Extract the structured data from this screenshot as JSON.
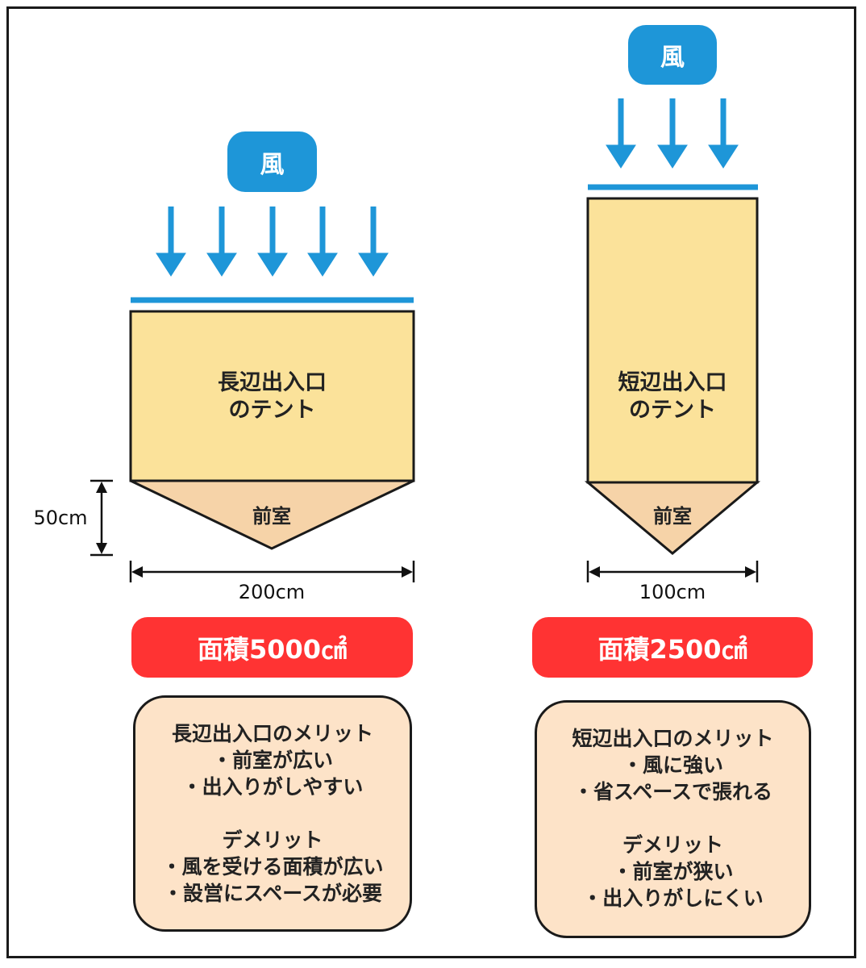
{
  "left": {
    "wind_label": "風",
    "tent_line1": "長辺出入口",
    "tent_line2": "のテント",
    "vestibule_label": "前室",
    "depth_label": "50cm",
    "width_label": "200cm",
    "area_label": "面積5000㎠",
    "merit_title": "長辺出入口のメリット",
    "merits": [
      "・前室が広い",
      "・出入りがしやすい"
    ],
    "demerit_title": "デメリット",
    "demerits": [
      "・風を受ける面積が広い",
      "・設営にスペースが必要"
    ]
  },
  "right": {
    "wind_label": "風",
    "tent_line1": "短辺出入口",
    "tent_line2": "のテント",
    "vestibule_label": "前室",
    "width_label": "100cm",
    "area_label": "面積2500㎠",
    "merit_title": "短辺出入口のメリット",
    "merits": [
      "・風に強い",
      "・省スペースで張れる"
    ],
    "demerit_title": "デメリット",
    "demerits": [
      "・前室が狭い",
      "・出入りがしにくい"
    ]
  },
  "colors": {
    "wind": "#1e96d8",
    "tent_body": "#fbe29a",
    "vestibule": "#f6d3a8",
    "area_badge": "#ff3333",
    "info_box": "#fde3c8"
  }
}
